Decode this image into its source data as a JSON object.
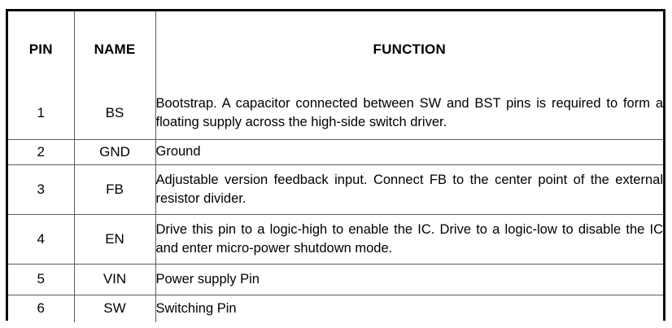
{
  "document": {
    "type": "datasheet-pin-description-table",
    "background_color": "#ffffff",
    "border_color": "#0b0b0b",
    "grid_color": "#5b5b5b",
    "text_color": "#000000"
  },
  "table": {
    "name": "pin-description-table",
    "headers": {
      "pin": "PIN",
      "name": "NAME",
      "function": "FUNCTION"
    },
    "rows": [
      {
        "pin": "1",
        "name": "BS",
        "function": "Bootstrap. A capacitor connected between SW and BST pins is required to form a floating supply across the high-side switch driver."
      },
      {
        "pin": "2",
        "name": "GND",
        "function": "Ground"
      },
      {
        "pin": "3",
        "name": "FB",
        "function": "Adjustable version feedback input. Connect FB to the center point of the external resistor divider."
      },
      {
        "pin": "4",
        "name": "EN",
        "function": "Drive this pin to a logic-high to enable the IC. Drive to a logic-low to disable the IC and enter micro-power shutdown mode."
      },
      {
        "pin": "5",
        "name": "VIN",
        "function": "Power supply Pin"
      },
      {
        "pin": "6",
        "name": "SW",
        "function": "Switching Pin"
      }
    ]
  }
}
